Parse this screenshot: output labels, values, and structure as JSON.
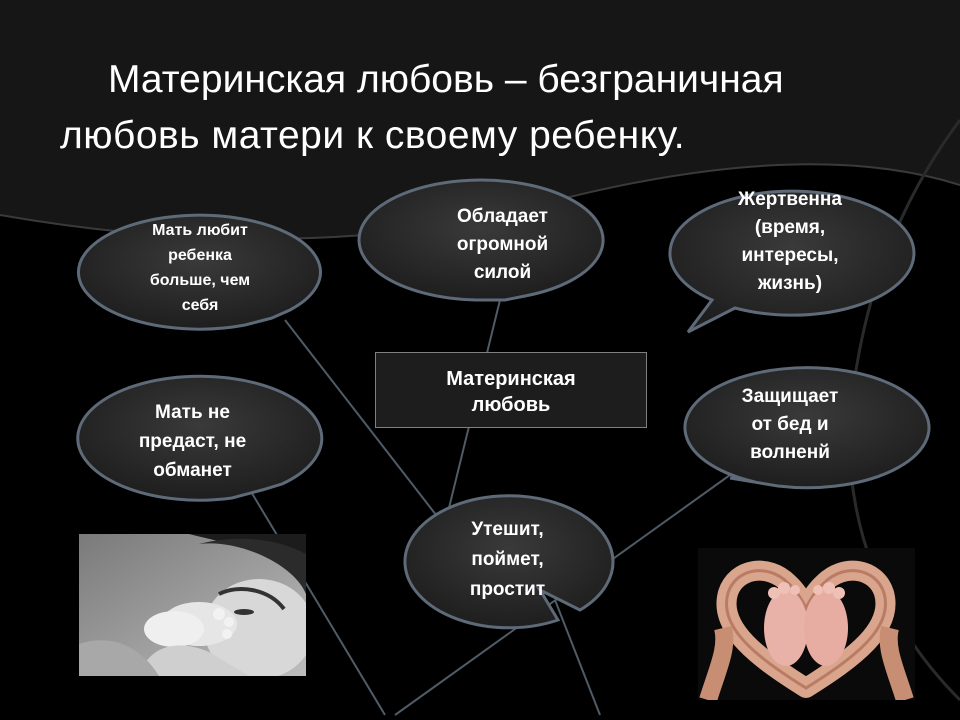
{
  "title": {
    "line1": "Материнская любовь – безграничная",
    "line2": "любовь матери к своему ребенку."
  },
  "center": {
    "line1": "Материнская",
    "line2": "любовь"
  },
  "bubbles": [
    {
      "lines": [
        "Мать любит",
        "ребенка",
        "больше, чем",
        "себя"
      ]
    },
    {
      "lines": [
        "Обладает",
        "огромной",
        "силой"
      ]
    },
    {
      "lines": [
        "Жертвенна",
        "(время,",
        "интересы,",
        "жизнь)"
      ]
    },
    {
      "lines": [
        "Мать не",
        "предаст, не",
        "обманет"
      ]
    },
    {
      "lines": [
        "Защищает",
        "от бед и",
        "волненй"
      ]
    },
    {
      "lines": [
        "Утешит,",
        "поймет,",
        "простит"
      ]
    }
  ],
  "images": [
    {
      "icon": "mother-kissing-baby-feet-photo"
    },
    {
      "icon": "heart-hands-baby-feet-photo"
    }
  ],
  "colors": {
    "background": "#000000",
    "bubble_fill": "#2a2a2a",
    "bubble_stroke": "#5e6a78",
    "text": "#ffffff"
  }
}
